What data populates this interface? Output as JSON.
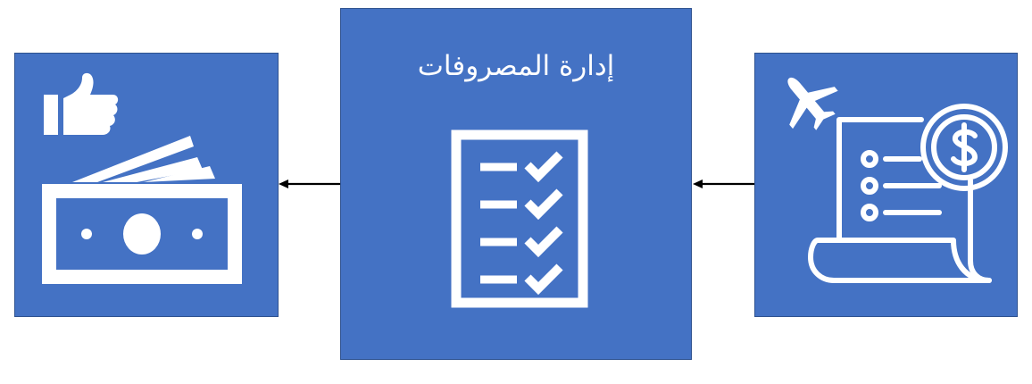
{
  "diagram": {
    "colors": {
      "box_fill": "#4472C4",
      "box_border": "#2F528F",
      "icon": "#FFFFFF",
      "arrow": "#000000"
    },
    "center_box": {
      "title": "إدارة المصروفات",
      "icon": "checklist-icon"
    },
    "left_box": {
      "icons": [
        "thumbs-up-icon",
        "money-bills-icon"
      ]
    },
    "right_box": {
      "icons": [
        "airplane-icon",
        "receipt-dollar-icon"
      ]
    },
    "connectors": [
      {
        "from": "right_box",
        "to": "center_box"
      },
      {
        "from": "center_box",
        "to": "left_box"
      }
    ]
  }
}
